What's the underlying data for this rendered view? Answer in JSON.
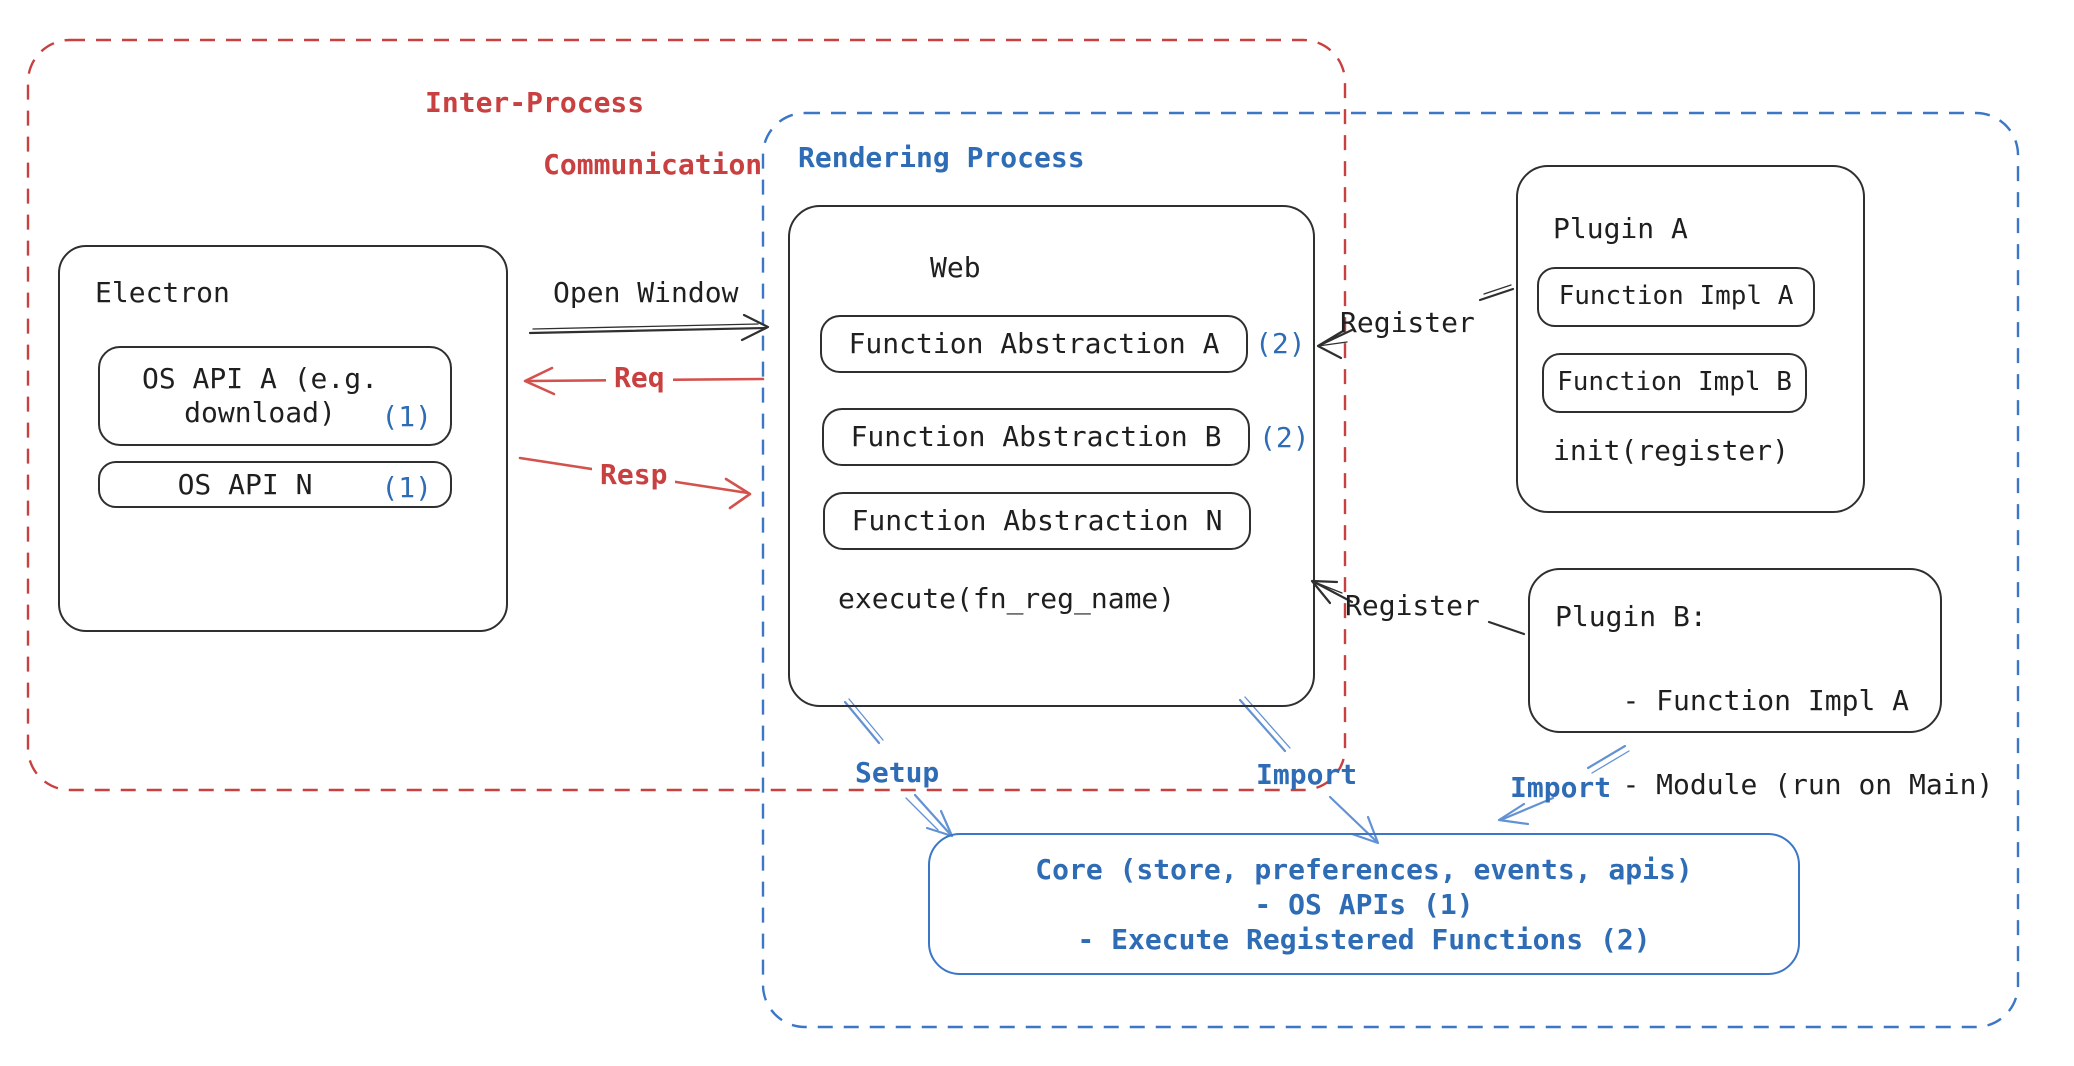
{
  "diagram": {
    "ipc": {
      "label_line1": "Inter-Process",
      "label_line2": "Communication"
    },
    "rendering": {
      "label": "Rendering Process"
    },
    "electron": {
      "title": "Electron",
      "os_api_a_line1": "OS API A (e.g.",
      "os_api_a_line2": "download)",
      "os_api_a_ref": "(1)",
      "os_api_n": "OS API N",
      "os_api_n_ref": "(1)"
    },
    "web": {
      "title": "Web",
      "fa_a": "Function Abstraction A",
      "fa_a_ref": "(2)",
      "fa_b": "Function Abstraction B",
      "fa_b_ref": "(2)",
      "fa_n": "Function Abstraction N",
      "execute": "execute(fn_reg_name)"
    },
    "plugin_a": {
      "title": "Plugin A",
      "impl_a": "Function Impl A",
      "impl_b": "Function Impl B",
      "init": "init(register)"
    },
    "plugin_b": {
      "line1": "Plugin B:",
      "line2": "- Function Impl A",
      "line3": "- Module (run on Main)"
    },
    "core": {
      "line1": "Core (store, preferences, events, apis)",
      "line2": "- OS APIs (1)",
      "line3": "- Execute Registered Functions (2)"
    },
    "arrows": {
      "open_window": "Open Window",
      "req": "Req",
      "resp": "Resp",
      "register_top": "Register",
      "register_bottom": "Register",
      "setup": "Setup",
      "import_web": "Import",
      "import_plugin": "Import"
    },
    "colors": {
      "red": "#c94040",
      "red_arrow": "#d4524e",
      "blue": "#2e6cb5",
      "blue_border": "#3b76c7",
      "blue_arrow": "#6292d4",
      "black": "#2f2f2f",
      "ink": "#1f1f1f"
    }
  }
}
